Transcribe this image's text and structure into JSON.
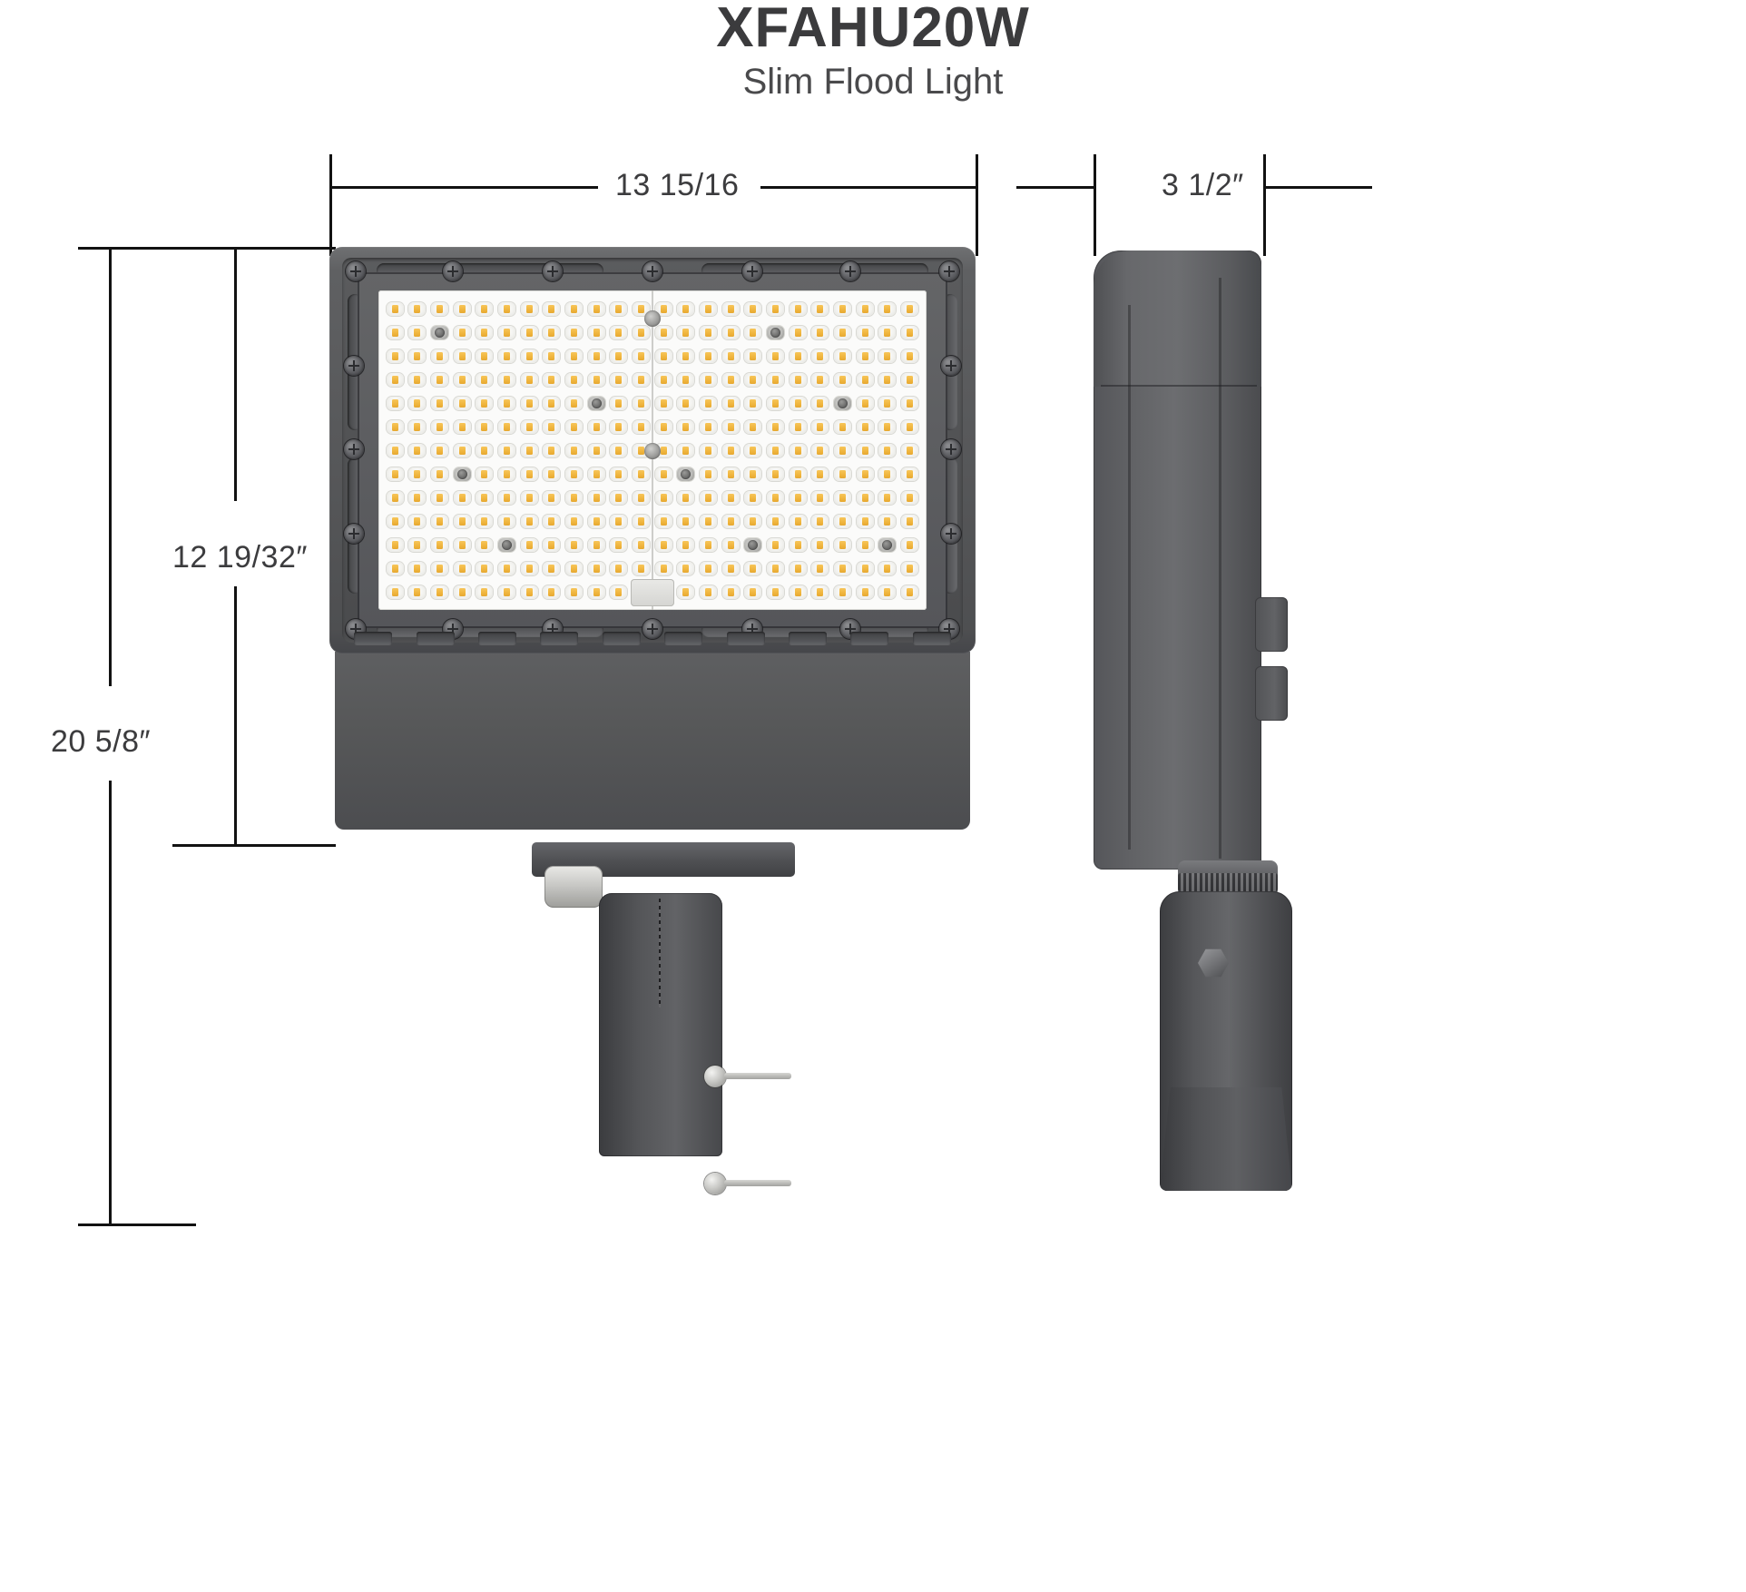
{
  "header": {
    "title": "XFAHU20W",
    "subtitle": "Slim Flood Light"
  },
  "dimensions": {
    "width_label": "13 15/16",
    "depth_label": "3 1/2″",
    "height_label": "12 19/32″",
    "total_height_label": "20 5/8″"
  },
  "product": {
    "front_view_name": "front-elevation",
    "side_view_name": "side-elevation",
    "housing_color": "#58595c",
    "led_lens_color": "#fbfbfa",
    "led_emitter_color": "#f0b63f",
    "led_columns": 24,
    "led_rows": 13
  },
  "icons": {
    "screw": "screw-head-icon",
    "bolt": "bolt-icon",
    "hex": "hex-bolt-icon"
  }
}
